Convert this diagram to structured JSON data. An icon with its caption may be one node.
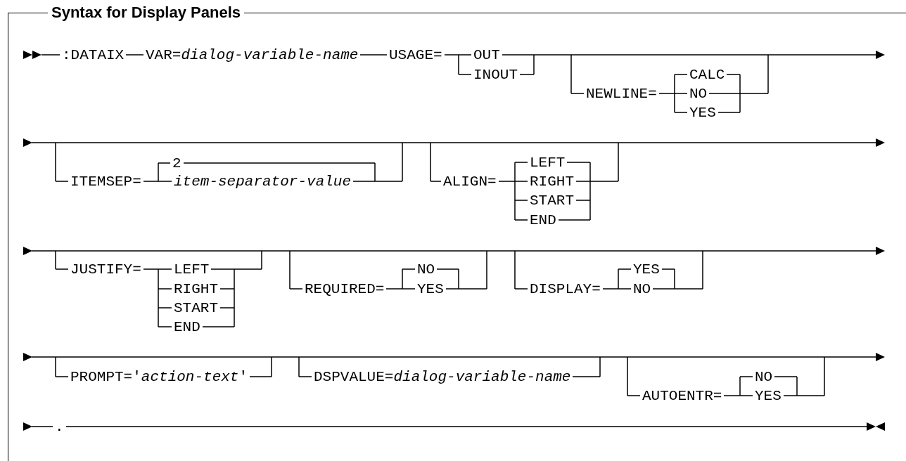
{
  "diagram": {
    "title": "Syntax for Display Panels",
    "labels": [
      ":DATAIX",
      "VAR=*dialog-variable-name*",
      "USAGE=",
      "OUT",
      "INOUT",
      "NEWLINE=",
      "CALC",
      "NO",
      "YES",
      "ITEMSEP=",
      "2",
      "item-separator-value",
      "ALIGN=",
      "LEFT",
      "RIGHT",
      "START",
      "END",
      "JUSTIFY=",
      "LEFT",
      "RIGHT",
      "START",
      "END",
      "REQUIRED=",
      "NO",
      "YES",
      "DISPLAY=",
      "YES",
      "NO",
      "PROMPT='*action-text*'",
      "DSPVALUE=*dialog-variable-name*",
      "AUTOENTR=",
      "NO",
      "YES",
      "."
    ]
  }
}
